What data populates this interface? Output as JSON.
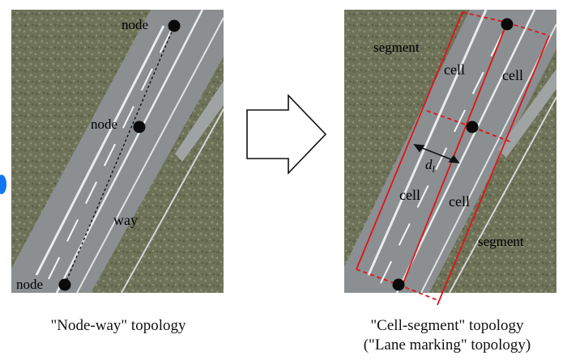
{
  "left_panel": {
    "labels": {
      "node_top": "node",
      "node_mid": "node",
      "node_bottom": "node",
      "way": "way"
    },
    "caption": "\"Node-way\" topology"
  },
  "right_panel": {
    "labels": {
      "segment_top": "segment",
      "segment_bottom": "segment",
      "cell_upper_left": "cell",
      "cell_upper_right": "cell",
      "cell_lower_left": "cell",
      "cell_lower_right": "cell",
      "width_symbol": "d",
      "width_subscript": "l"
    },
    "caption_line1": "\"Cell-segment\" topology",
    "caption_line2": "(\"Lane marking\" topology)"
  },
  "colors": {
    "grass": "#6f7256",
    "road": "#8e9395",
    "lane_line": "#e8ecec",
    "segment_red": "#e0141a",
    "node": "#0a0a0a",
    "accent_dot": "#1177ee"
  },
  "arrow_icon": "hollow-right-arrow"
}
